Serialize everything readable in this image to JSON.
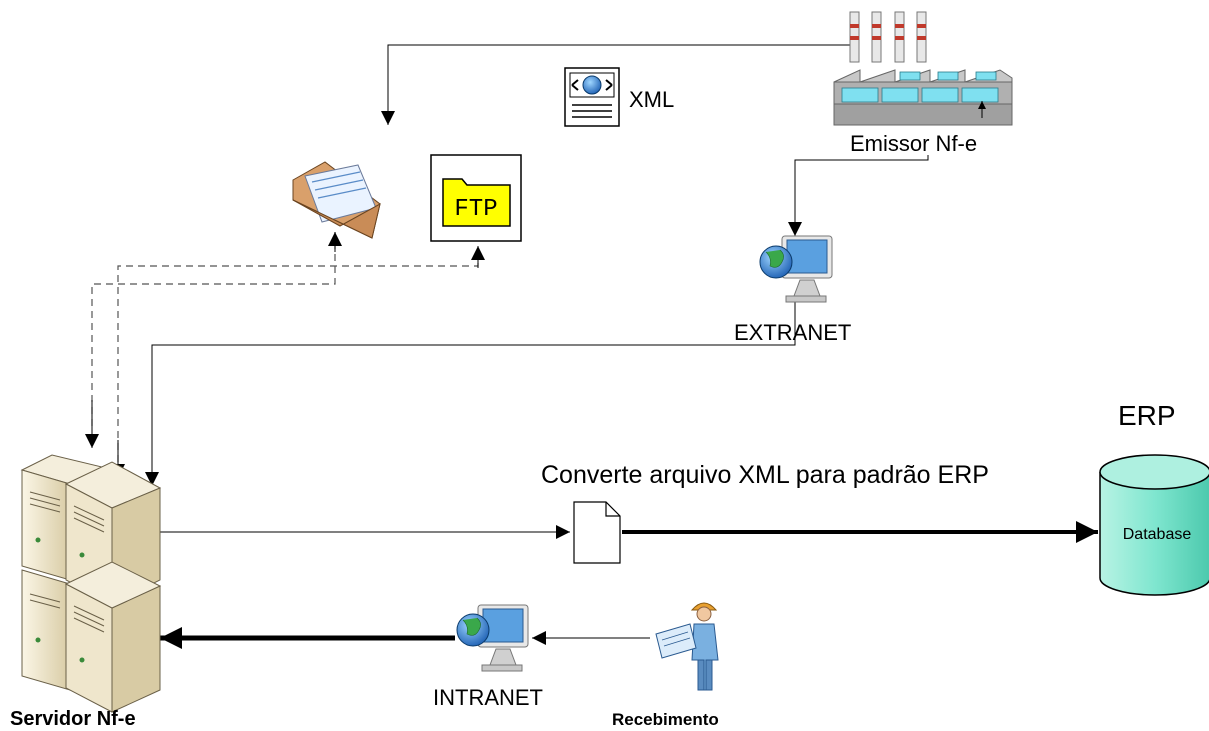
{
  "labels": {
    "xml": "XML",
    "emissor": "Emissor Nf-e",
    "ftp": "FTP",
    "extranet": "EXTRANET",
    "erp": "ERP",
    "converte": "Converte arquivo XML para padrão ERP",
    "database": "Database",
    "intranet": "INTRANET",
    "servidor": "Servidor Nf-e",
    "recebimento": "Recebimento"
  },
  "icons": [
    "factory-icon",
    "xml-document-icon",
    "envelope-icon",
    "ftp-folder-icon",
    "extranet-computer-icon",
    "server-icon",
    "document-icon",
    "database-icon",
    "intranet-computer-icon",
    "worker-icon"
  ],
  "colors": {
    "database_fill": "#7fe6cf",
    "ftp_fill": "#ffff00",
    "server_fill": "#e6dcc0",
    "screen_fill": "#5aa0e0",
    "factory_roof": "#9fc8d8",
    "chimney_red": "#c0392b"
  }
}
